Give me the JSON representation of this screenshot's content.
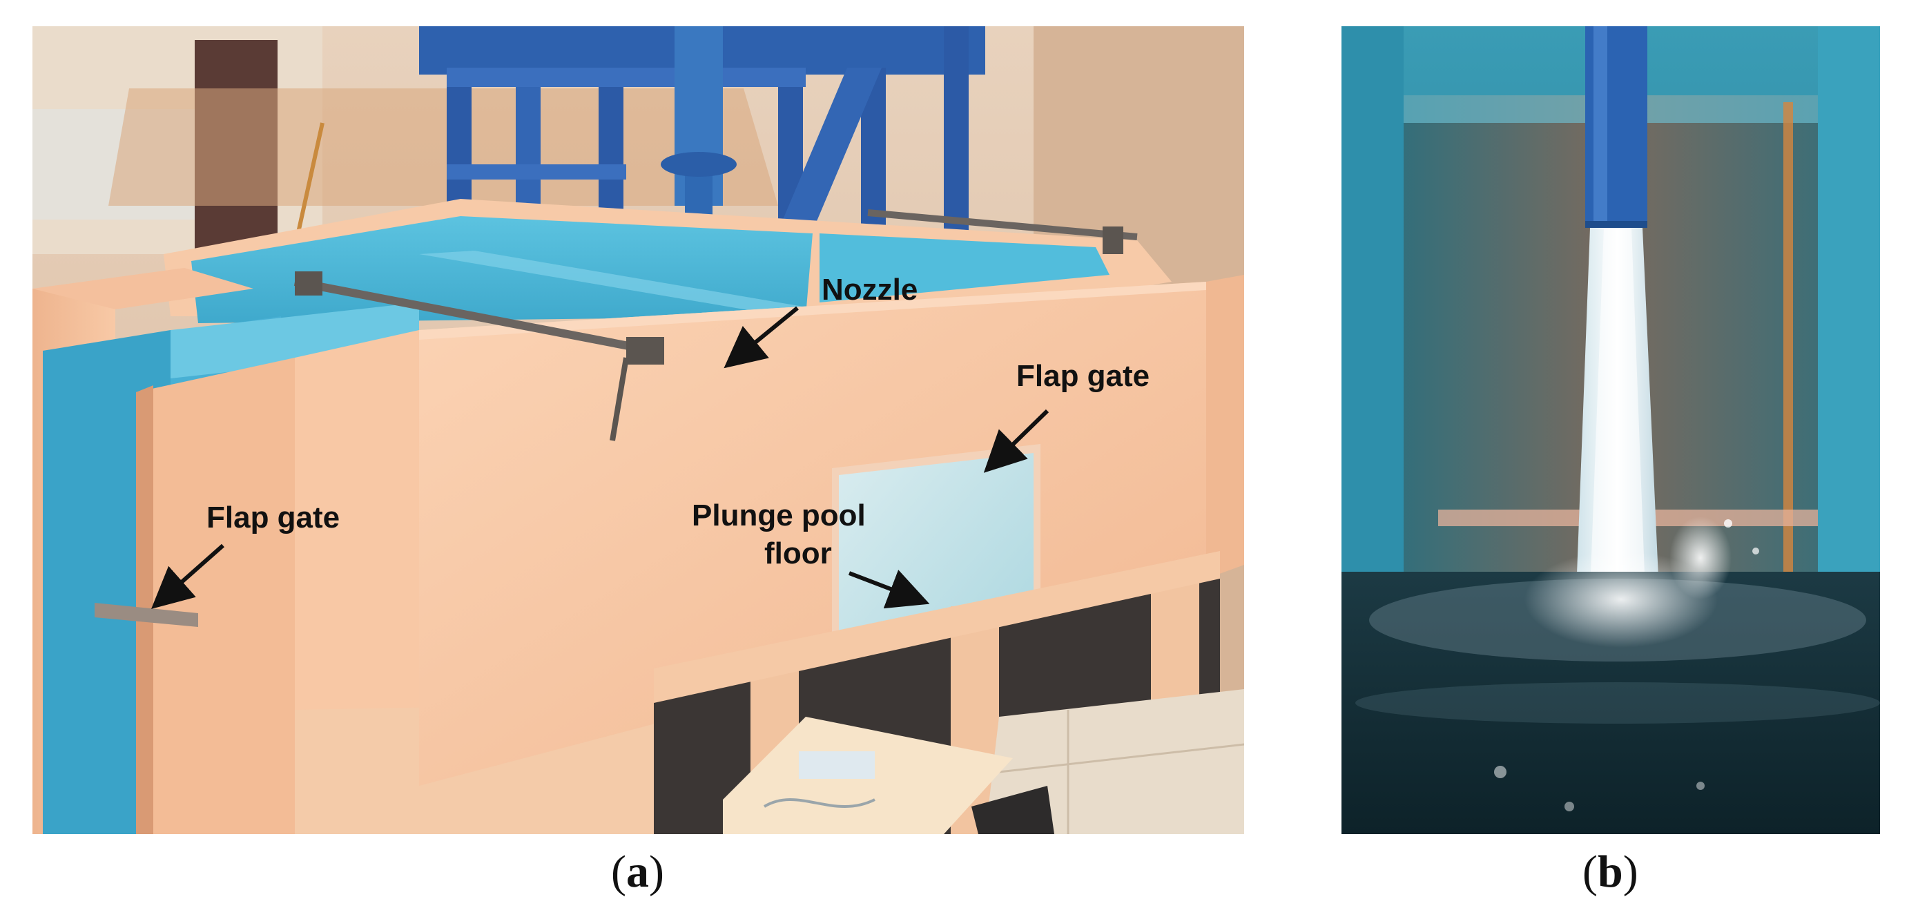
{
  "figure": {
    "panel_a": {
      "labels": {
        "nozzle": "Nozzle",
        "flap_gate_right": "Flap gate",
        "flap_gate_left": "Flap gate",
        "plunge_pool_line1": "Plunge pool",
        "plunge_pool_line2": "floor"
      },
      "caption": {
        "open": "(",
        "letter": "a",
        "close": ")"
      }
    },
    "panel_b": {
      "caption": {
        "open": "(",
        "letter": "b",
        "close": ")"
      }
    }
  },
  "colors": {
    "tank_blue": "#4fb9d8",
    "wall_peach": "#f6c6a4",
    "steel_blue": "#2a5fae",
    "water_dark": "#12323c",
    "arrow": "#111111"
  }
}
